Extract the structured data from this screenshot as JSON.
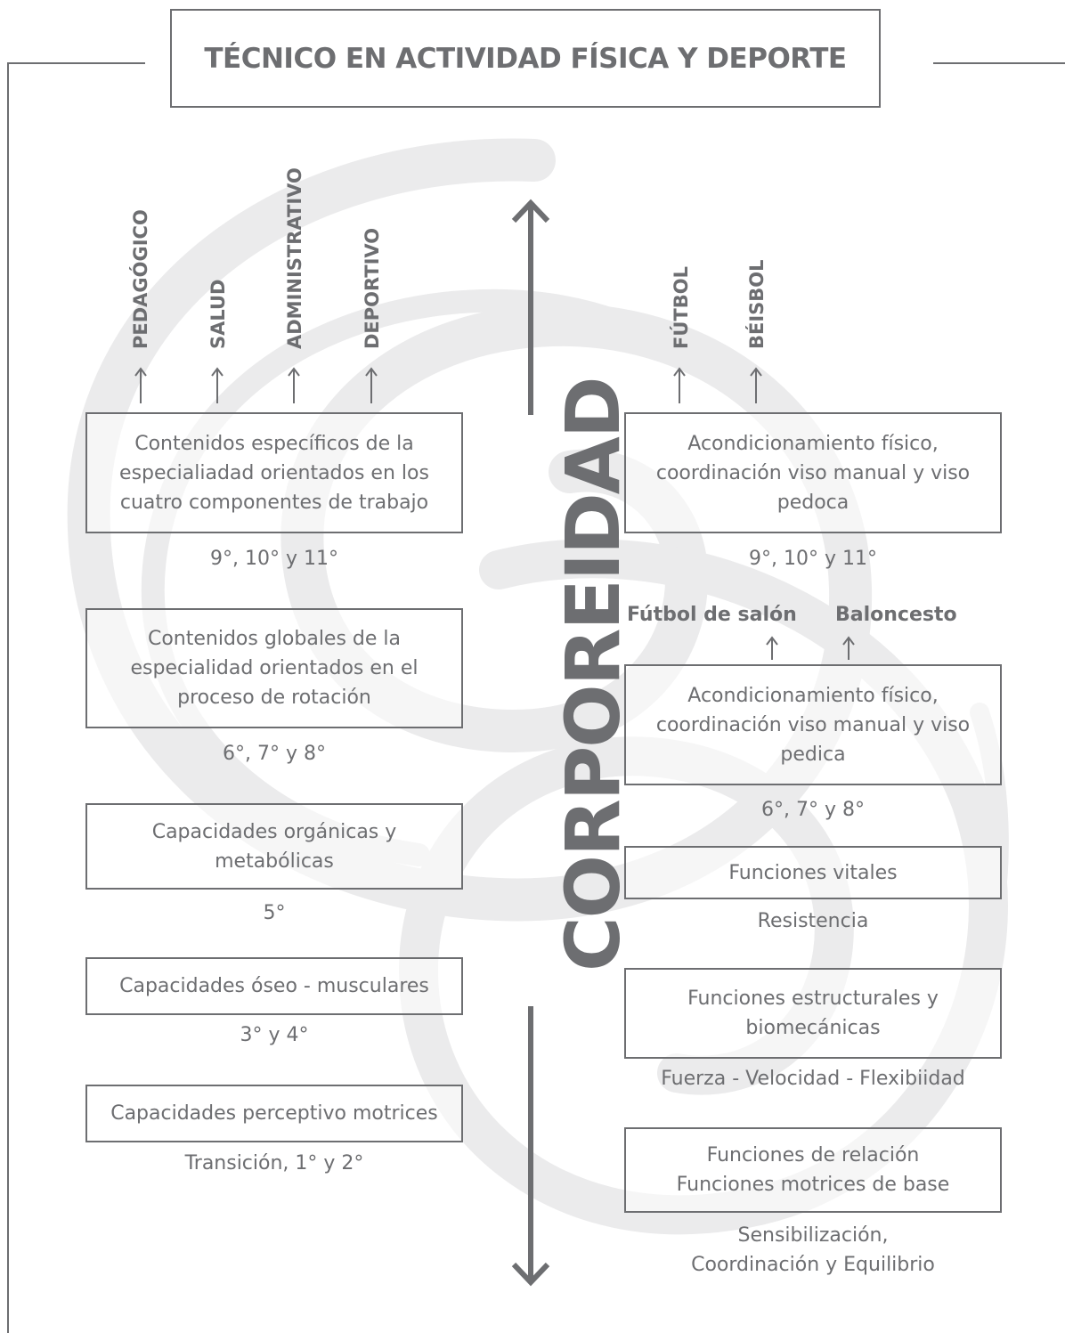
{
  "title": "TÉCNICO EN ACTIVIDAD FÍSICA Y DEPORTE",
  "central_axis": "CORPOREIDAD",
  "left": {
    "components": [
      "PEDAGÓGICO",
      "SALUD",
      "ADMINISTRATIVO",
      "DEPORTIVO"
    ],
    "levels": [
      {
        "box": "Contenidos específicos de la\nespecialiadad orientados en los\ncuatro componentes de trabajo",
        "grades": "9°, 10° y 11°"
      },
      {
        "box": "Contenidos globales de la\nespecialidad orientados en el\nproceso de rotación",
        "grades": "6°, 7° y 8°"
      },
      {
        "box": "Capacidades orgánicas y\nmetabólicas",
        "grades": "5°"
      },
      {
        "box": "Capacidades óseo - musculares",
        "grades": "3° y 4°"
      },
      {
        "box": "Capacidades perceptivo motrices",
        "grades": "Transición, 1° y 2°"
      }
    ]
  },
  "right": {
    "top_sports": [
      "FÚTBOL",
      "BÉISBOL"
    ],
    "mid_sports": [
      "Fútbol de salón",
      "Baloncesto"
    ],
    "levels": [
      {
        "box": "Acondicionamiento físico,\ncoordinación viso manual y viso\npedoca",
        "caption": "9°, 10° y 11°"
      },
      {
        "box": "Acondicionamiento físico,\ncoordinación viso manual y viso\npedica",
        "caption": "6°, 7° y 8°"
      },
      {
        "box": "Funciones vitales",
        "caption": "Resistencia"
      },
      {
        "box": "Funciones estructurales y\nbiomecánicas",
        "caption": "Fuerza - Velocidad - Flexibiidad"
      },
      {
        "box": "Funciones de relación\nFunciones motrices de base",
        "caption": "Sensibilización,\nCoordinación y Equilibrio"
      }
    ]
  },
  "colors": {
    "ink": "#6d6e71",
    "watermark": "#e9e9ea"
  }
}
